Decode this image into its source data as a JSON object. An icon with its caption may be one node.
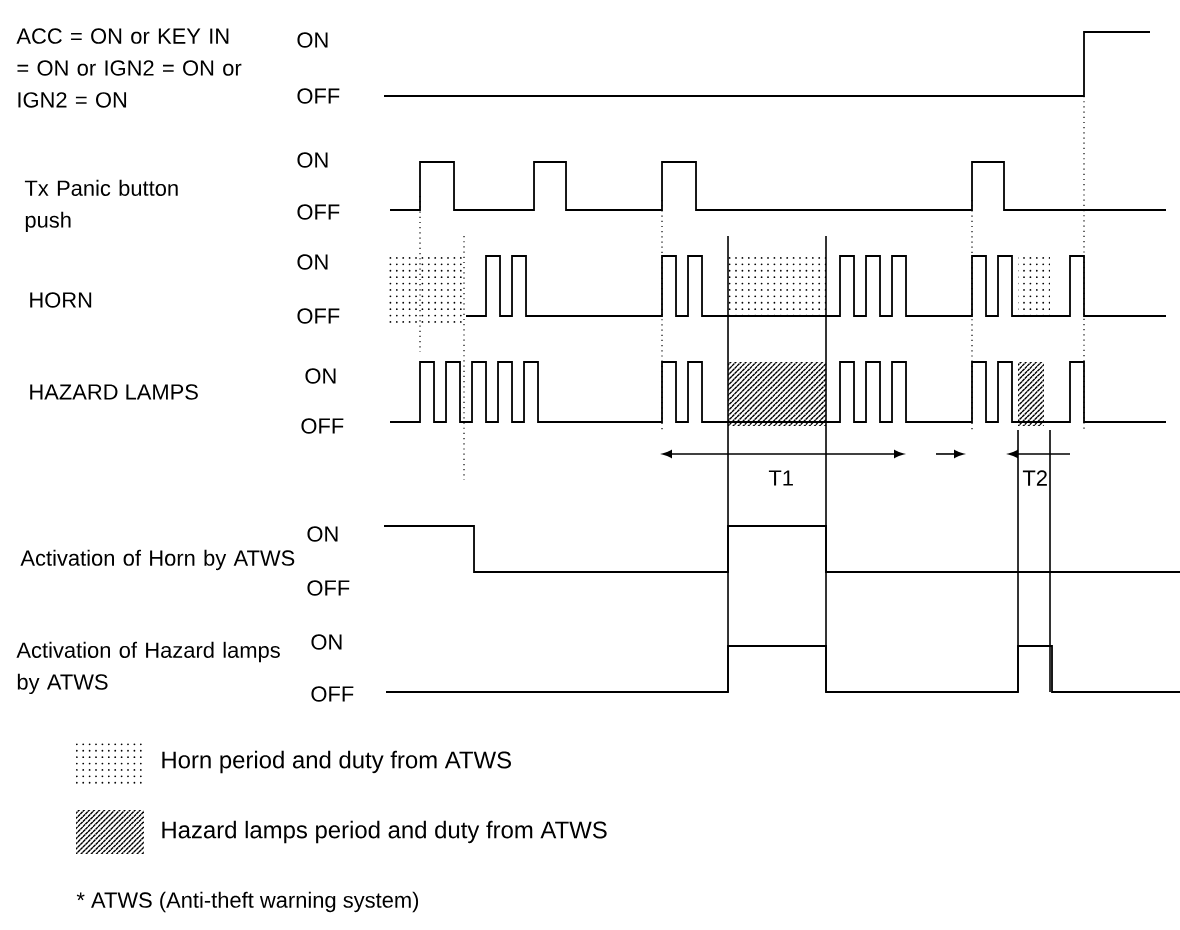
{
  "diagram": {
    "labels": [
      "ACC = ON or KEY IN = ON or IGN2 = ON or IGN2 = ON",
      "ON",
      "OFF",
      "Tx Panic button push",
      "ON",
      "OFF",
      "HORN",
      "ON",
      "OFF",
      "HAZARD LAMPS",
      "ON",
      "OFF",
      "T1",
      "T2",
      "Activation of Horn by ATWS",
      "ON",
      "OFF",
      "Activation of Hazard lamps by ATWS",
      "ON",
      "OFF",
      "* ATWS (Anti-theft warning system)"
    ],
    "legend": [
      {
        "text": "Horn period and duty from ATWS"
      },
      {
        "text": "Hazard lamps period and duty from ATWS"
      }
    ]
  }
}
